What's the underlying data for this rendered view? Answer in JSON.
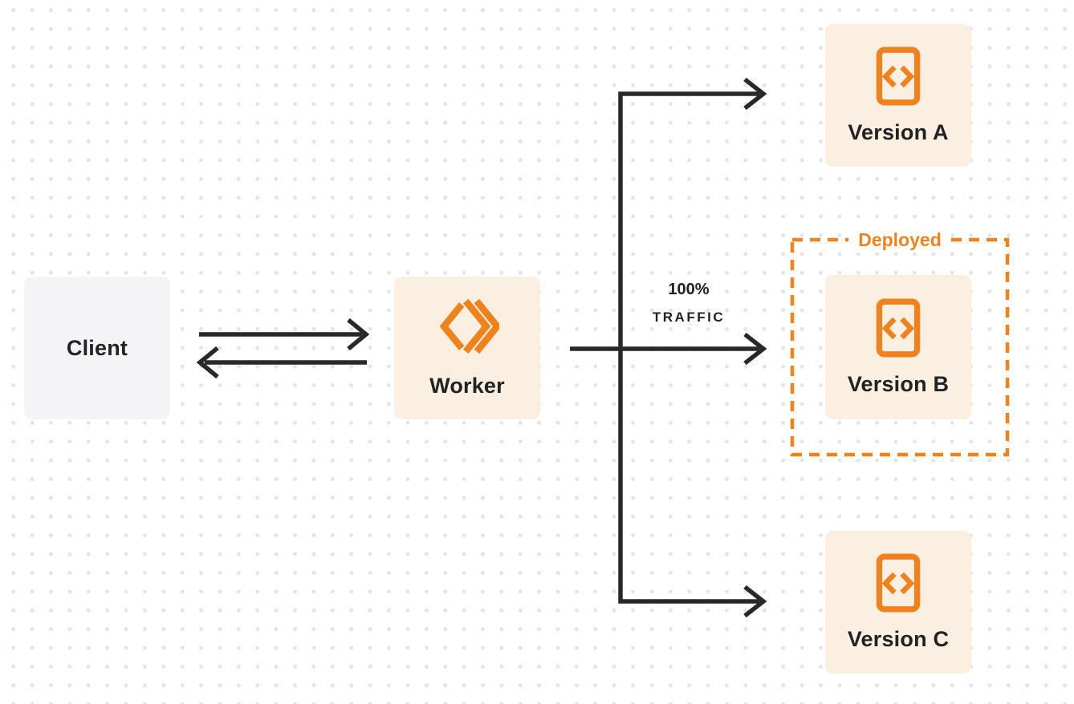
{
  "colors": {
    "accent": "#ED821F",
    "node_cream_bg": "#FAEFE1",
    "client_bg": "#F4F4F6",
    "line": "#282828",
    "text_dark": "#222222",
    "dot": "#E4E4E7",
    "page_bg": "#FFFFFF"
  },
  "nodes": {
    "client": {
      "label": "Client"
    },
    "worker": {
      "label": "Worker",
      "icon": "cloudflare-workers-logo"
    },
    "versions": [
      {
        "id": "version-a",
        "label": "Version A",
        "icon": "code-file",
        "deployed": false
      },
      {
        "id": "version-b",
        "label": "Version B",
        "icon": "code-file",
        "deployed": true
      },
      {
        "id": "version-c",
        "label": "Version C",
        "icon": "code-file",
        "deployed": false
      }
    ]
  },
  "labels": {
    "deployed": "Deployed",
    "traffic_line1": "100%",
    "traffic_line2": "TRAFFIC"
  },
  "edges": [
    {
      "from": "client",
      "to": "worker",
      "direction": "bidirectional"
    },
    {
      "from": "worker",
      "to": "version-a",
      "direction": "forward"
    },
    {
      "from": "worker",
      "to": "version-b",
      "direction": "forward",
      "label": "100% TRAFFIC"
    },
    {
      "from": "worker",
      "to": "version-c",
      "direction": "forward"
    }
  ]
}
